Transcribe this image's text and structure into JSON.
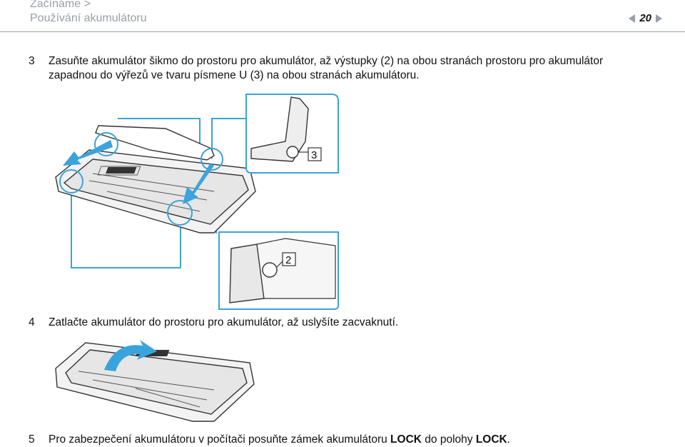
{
  "header": {
    "breadcrumb_1": "Začínáme >",
    "breadcrumb_2": "Používání akumulátoru",
    "page_number": "20"
  },
  "steps": [
    {
      "number": "3",
      "line1": "Zasuňte akumulátor šikmo do prostoru pro akumulátor, až výstupky (2) na obou stranách prostoru pro akumulátor",
      "line2": "zapadnou do výřezů ve tvaru písmene U (3) na obou stranách akumulátoru."
    },
    {
      "number": "4",
      "line1": "Zatlačte akumulátor do prostoru pro akumulátor, až uslyšíte zacvaknutí."
    },
    {
      "number": "5",
      "text_before": "Pro zabezpečení akumulátoru v počítači posuňte zámek akumulátoru ",
      "bold1": "LOCK",
      "text_mid": " do polohy ",
      "bold2": "LOCK",
      "text_after": "."
    }
  ],
  "figure1": {
    "callout_top": "3",
    "callout_bottom": "2"
  },
  "colors": {
    "accent_blue": "#3ba3dc",
    "header_gray": "#9aa0a8"
  }
}
